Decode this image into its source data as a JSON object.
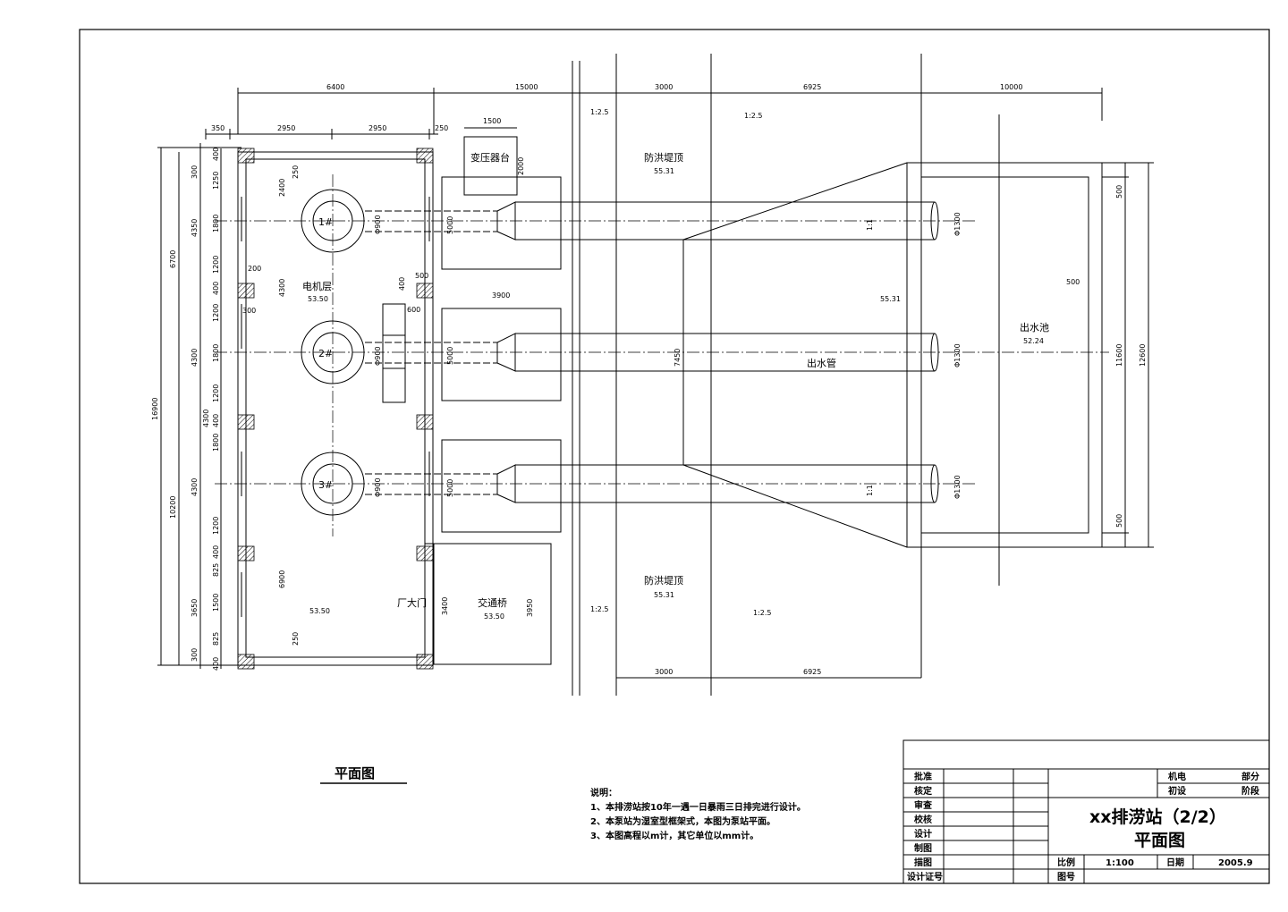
{
  "colors": {
    "line": "#000000",
    "background": "#ffffff",
    "hatch": "#000000"
  },
  "dims_top": {
    "d1": "6400",
    "d2": "15000",
    "d3": "3000",
    "d4": "6925",
    "d5": "10000"
  },
  "dims_top2": {
    "d1": "350",
    "d2": "2950",
    "d3": "2950",
    "d4": "250",
    "d5": "1500"
  },
  "dims_bottom": {
    "d1": "3000",
    "d2": "6925"
  },
  "dims_left_inner": {
    "a": "400",
    "b": "1250",
    "c": "1800",
    "d": "1200",
    "e": "400",
    "f": "1200",
    "g": "1800",
    "h": "1200",
    "i": "400",
    "j": "1800",
    "k": "1200",
    "l": "400",
    "m": "825",
    "n": "1500",
    "o": "825",
    "p": "400"
  },
  "dims_left_mid": {
    "a": "300",
    "b": "4350",
    "c": "4300",
    "d": "4300",
    "e": "3650",
    "f": "300"
  },
  "dims_left_outer": {
    "a": "6700",
    "b": "16900",
    "c": "10200"
  },
  "dims_right": {
    "a": "500",
    "b": "11600",
    "c": "12600",
    "d": "500",
    "e": "500"
  },
  "dims_misc": {
    "m1": "2400",
    "m2": "250",
    "m3": "4300",
    "m4": "200",
    "m5": "300",
    "m6": "6900",
    "m7": "250",
    "m8": "500",
    "m9": "400",
    "m10": "600",
    "m11": "3900",
    "m12": "2000",
    "m13": "5000",
    "m14": "5000",
    "m15": "5000",
    "m16": "3400",
    "m17": "3950",
    "m18": "4300",
    "m19": "7450"
  },
  "labels": {
    "transformer": "变压器台",
    "flood_top1": "防洪堤顶",
    "flood_top1_elev": "55.31",
    "flood_top2": "防洪堤顶",
    "flood_top2_elev": "55.31",
    "motor_floor": "电机层",
    "motor_floor_elev": "53.50",
    "outlet_pipe": "出水管",
    "outlet_pool": "出水池",
    "outlet_pool_elev": "52.24",
    "elev_mid": "55.31",
    "factory_door": "厂大门",
    "traffic_bridge": "交通桥",
    "bridge_elev": "53.50",
    "floor_elev": "53.50",
    "slope1": "1:2.5",
    "slope2": "1:2.5",
    "slope3": "1:2.5",
    "slope4": "1:2.5",
    "slope5": "1:1",
    "slope6": "1:1",
    "pump1": "1#",
    "pump2": "2#",
    "pump3": "3#",
    "dia_pump1": "Φ900",
    "dia_pump2": "Φ900",
    "dia_pump3": "Φ900",
    "dia_pipe1": "Φ1300",
    "dia_pipe2": "Φ1300",
    "dia_pipe3": "Φ1300"
  },
  "plan_title": "平面图",
  "notes": {
    "heading": "说明：",
    "n1": "1、本排涝站按10年一遇一日暴雨三日排完进行设计。",
    "n2": "2、本泵站为湿室型框架式，本图为泵站平面。",
    "n3": "3、本图高程以m计，其它单位以mm计。"
  },
  "title_block": {
    "approve": "批准",
    "verify": "核定",
    "review": "审查",
    "check": "校核",
    "design": "设计",
    "draw": "制图",
    "trace": "描图",
    "cert": "设计证号",
    "dept_a": "机电",
    "dept_b": "部分",
    "stage_a": "初设",
    "stage_b": "阶段",
    "project": "xx排涝站（2/2）",
    "drawing": "平面图",
    "scale_label": "比例",
    "scale": "1:100",
    "date_label": "日期",
    "date": "2005.9",
    "number_label": "图号",
    "number": ""
  }
}
